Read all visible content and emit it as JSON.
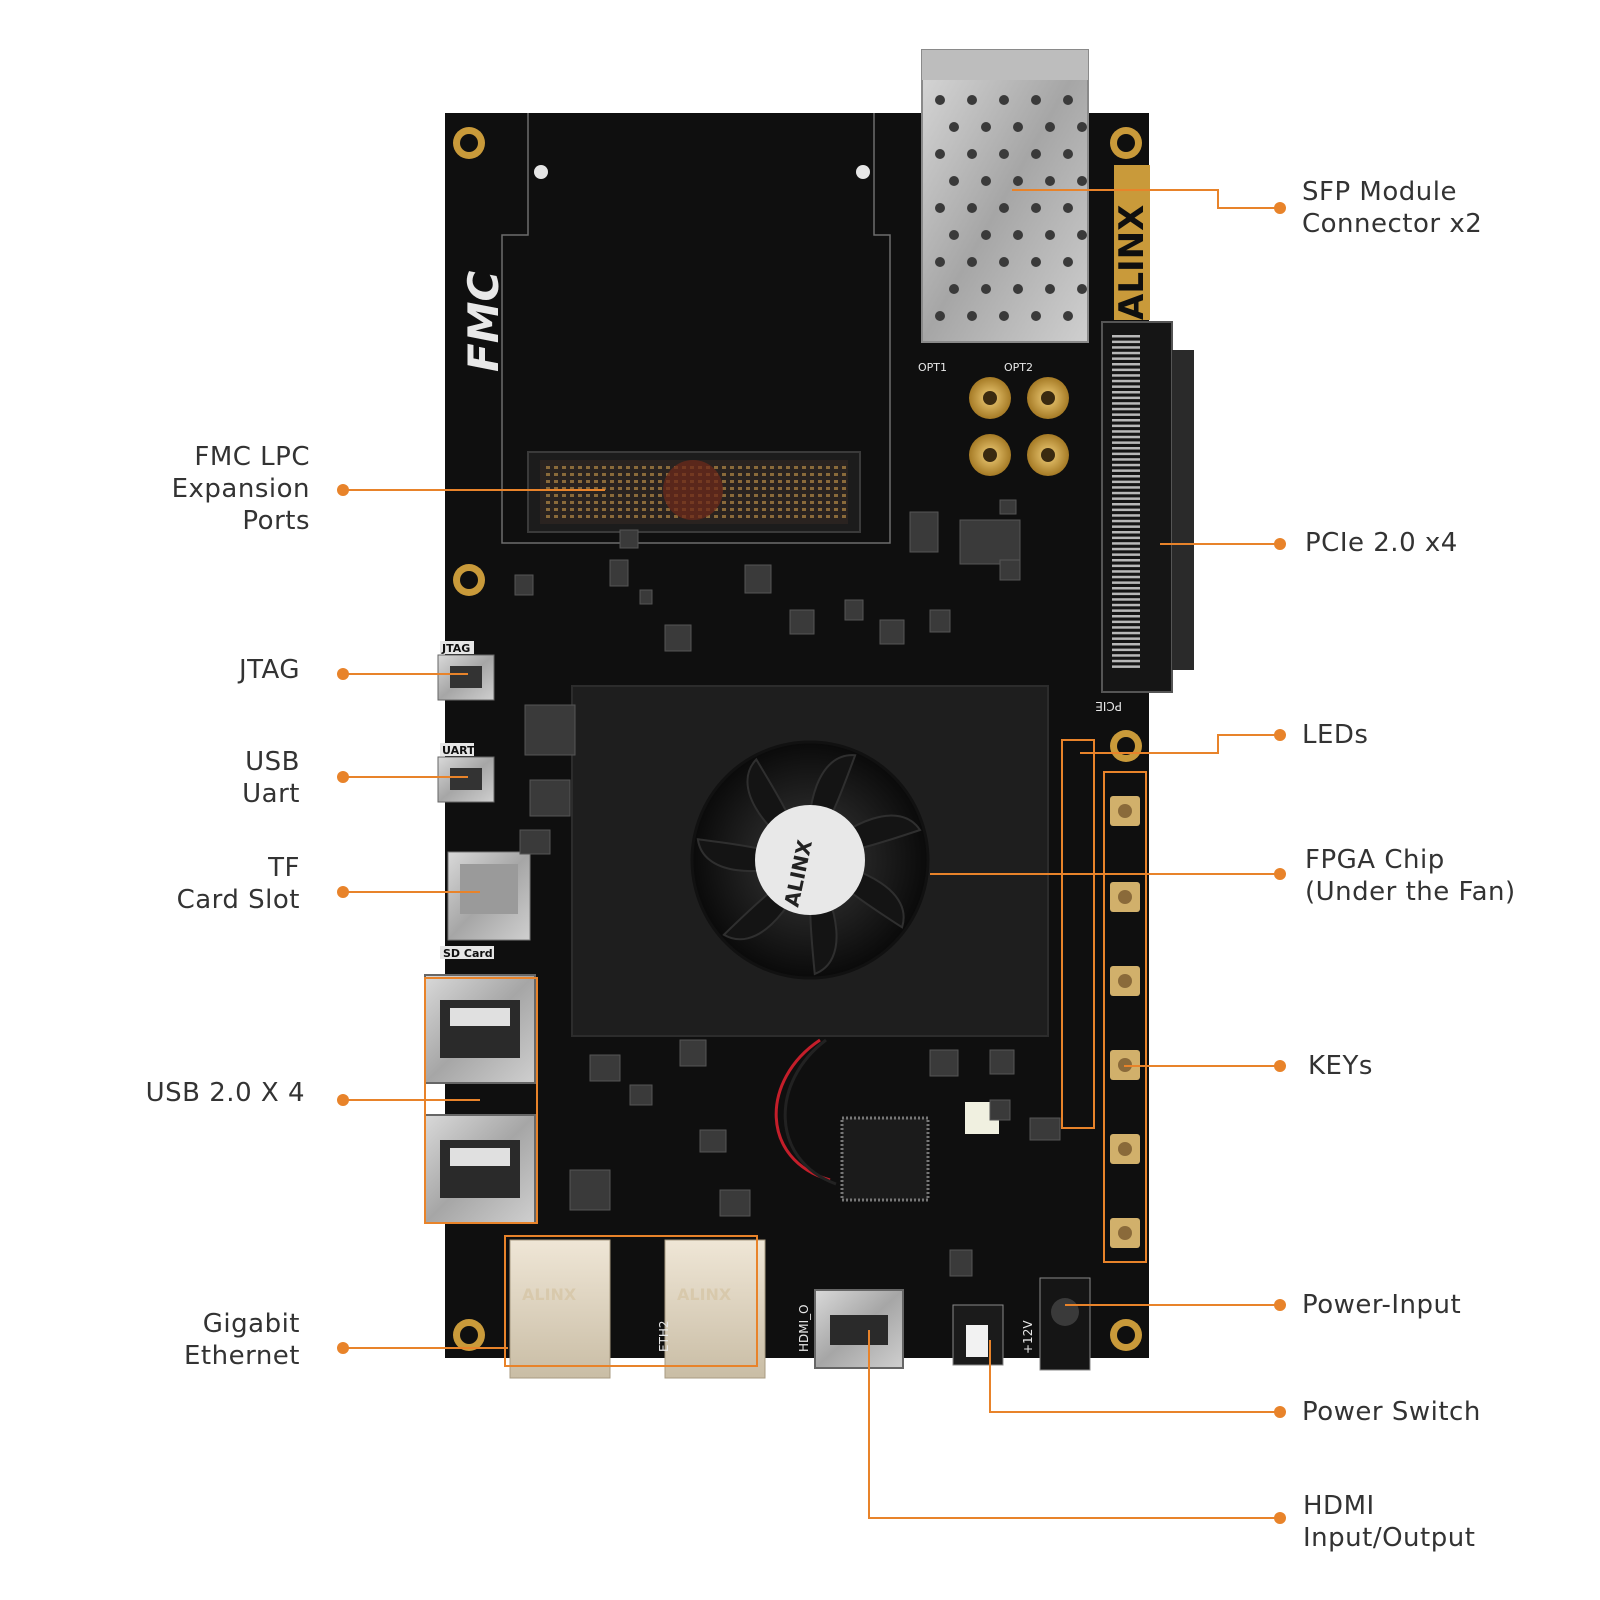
{
  "colors": {
    "accent": "#e8832a",
    "board": "#0f0f0f",
    "silk": "#e6e6e6",
    "gold": "#c99a3a",
    "label_text": "#333333"
  },
  "board": {
    "fmc_logo": "FMC",
    "brand": "ALINX",
    "fan_brand": "ALINX",
    "jtag_silk": "JTAG",
    "uart_silk": "UART",
    "sd_silk": "SD Card",
    "pcie_silk": "PCIE",
    "opt1_silk": "OPT1",
    "opt2_silk": "OPT2",
    "hdmi_silk": "HDMI_O",
    "eth2_silk": "ETH2",
    "power_silk": "+12V"
  },
  "callouts": {
    "fmc": "FMC LPC\nExpansion\nPorts",
    "jtag": "JTAG",
    "usb_uart": "USB\nUart",
    "tf_card": "TF\nCard Slot",
    "usb20": "USB 2.0 X 4",
    "gigabit": "Gigabit\nEthernet",
    "sfp": "SFP Module\nConnector x2",
    "pcie": "PCIe 2.0 x4",
    "leds": "LEDs",
    "fpga": "FPGA Chip\n(Under the Fan)",
    "keys": "KEYs",
    "power_input": "Power-Input",
    "power_switch": "Power Switch",
    "hdmi": "HDMI\nInput/Output"
  }
}
